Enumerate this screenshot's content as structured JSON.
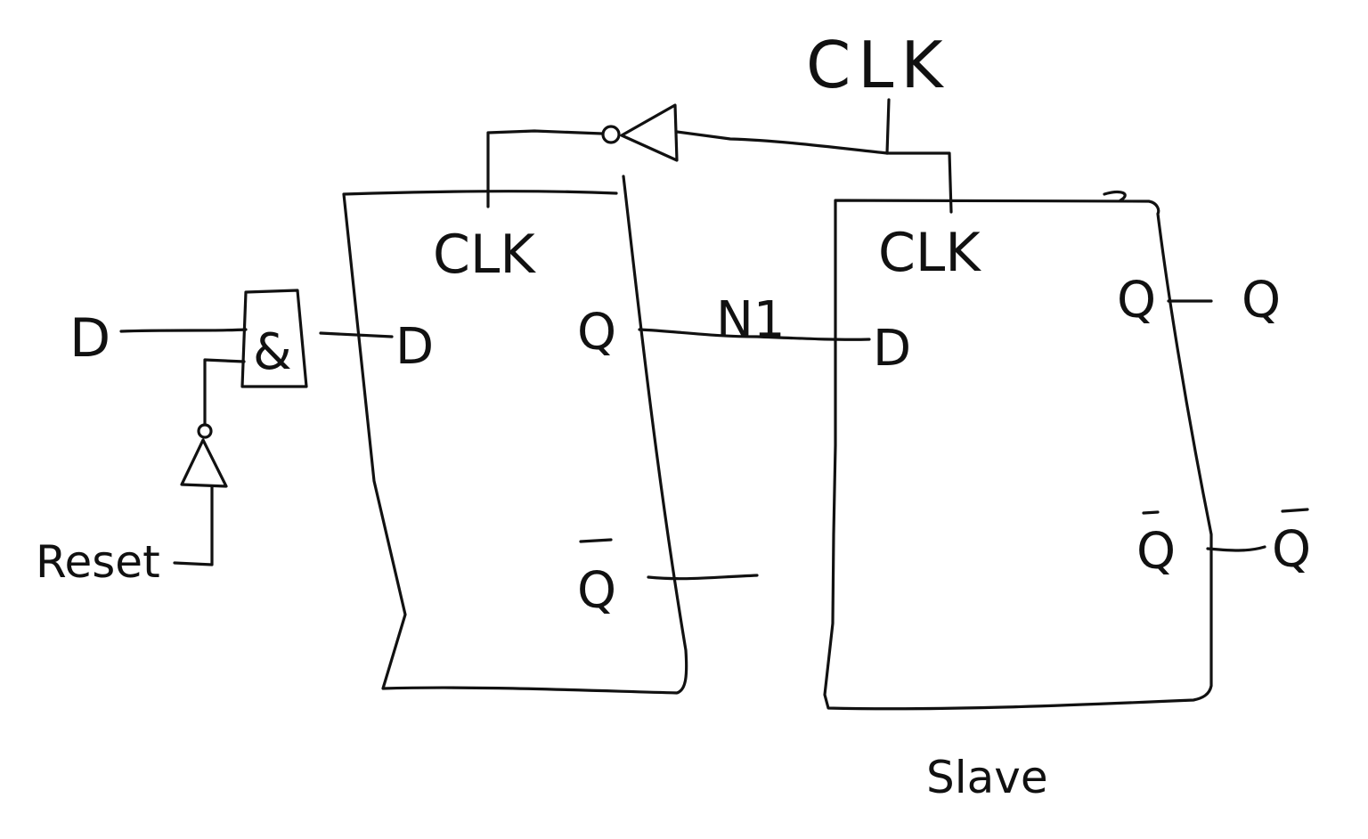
{
  "diagram": {
    "clk_top_label": "CLK",
    "master": {
      "clk_label": "CLK",
      "d_label": "D",
      "q_label": "Q",
      "qbar_label": "Q"
    },
    "slave": {
      "clk_label": "CLK",
      "d_label": "D",
      "q_label": "Q",
      "qbar_label": "Q",
      "name": "Slave"
    },
    "input_d_label": "D",
    "and_gate_label": "&",
    "reset_label": "Reset",
    "net_label": "N1",
    "output_q_label": "Q",
    "output_qbar_label": "Q"
  }
}
